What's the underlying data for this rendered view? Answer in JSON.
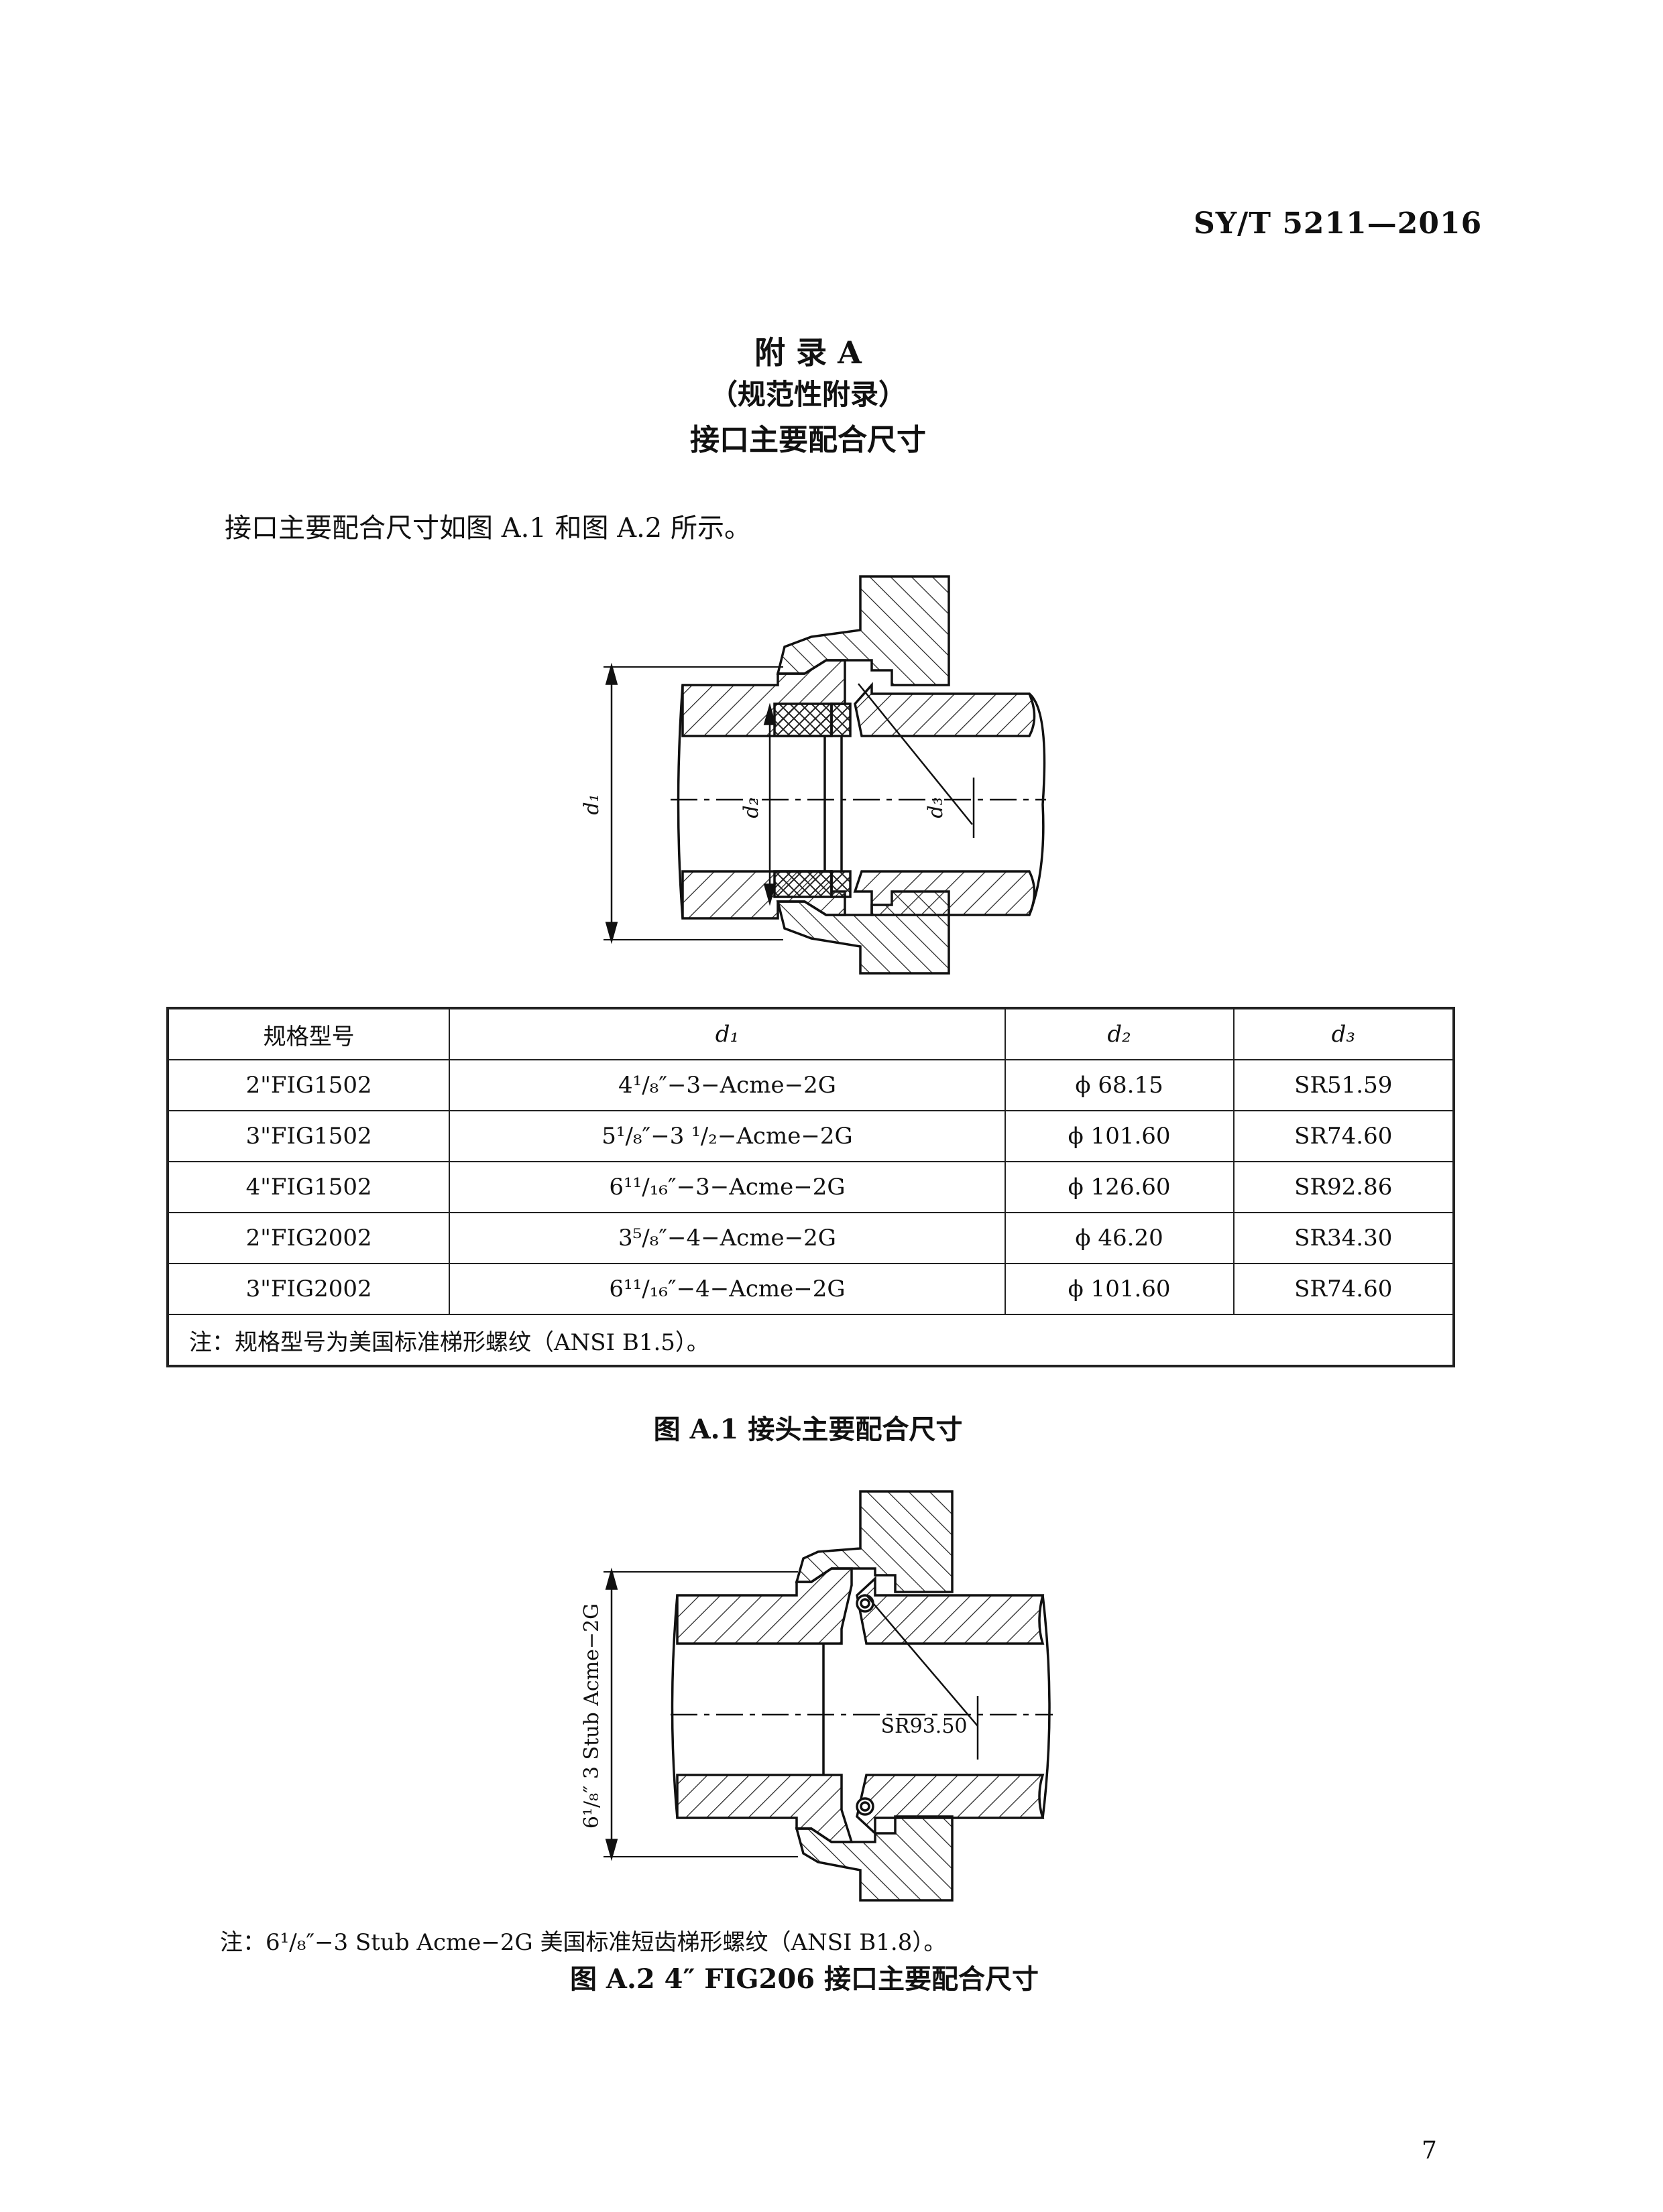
{
  "header": {
    "standard_code": "SY/T  5211—2016"
  },
  "appendix": {
    "title": "附  录  A",
    "subtitle": "（规范性附录）",
    "heading": "接口主要配合尺寸"
  },
  "intro_text": "接口主要配合尺寸如图 A.1 和图 A.2 所示。",
  "figure1": {
    "labels": {
      "d1": "d₁",
      "d2": "d₂",
      "d3": "d₃"
    },
    "caption": "图 A.1    接头主要配合尺寸"
  },
  "table": {
    "headers": [
      "规格型号",
      "d₁",
      "d₂",
      "d₃"
    ],
    "rows": [
      [
        "2\"FIG1502",
        "4¹/₈″−3−Acme−2G",
        "ϕ 68.15",
        "SR51.59"
      ],
      [
        "3\"FIG1502",
        "5¹/₈″−3 ¹/₂−Acme−2G",
        "ϕ 101.60",
        "SR74.60"
      ],
      [
        "4\"FIG1502",
        "6¹¹/₁₆″−3−Acme−2G",
        "ϕ 126.60",
        "SR92.86"
      ],
      [
        "2\"FIG2002",
        "3⁵/₈″−4−Acme−2G",
        "ϕ 46.20",
        "SR34.30"
      ],
      [
        "3\"FIG2002",
        "6¹¹/₁₆″−4−Acme−2G",
        "ϕ 101.60",
        "SR74.60"
      ]
    ],
    "note": "注：规格型号为美国标准梯形螺纹（ANSI B1.5）。"
  },
  "figure2": {
    "vertical_label": "6¹/₈″  3 Stub Acme−2G",
    "radius_label": "SR93.50",
    "note": "注：6¹/₈″−3 Stub Acme−2G 美国标准短齿梯形螺纹（ANSI B1.8）。",
    "caption": "图 A.2    4″ FIG206 接口主要配合尺寸"
  },
  "page_number": "7"
}
